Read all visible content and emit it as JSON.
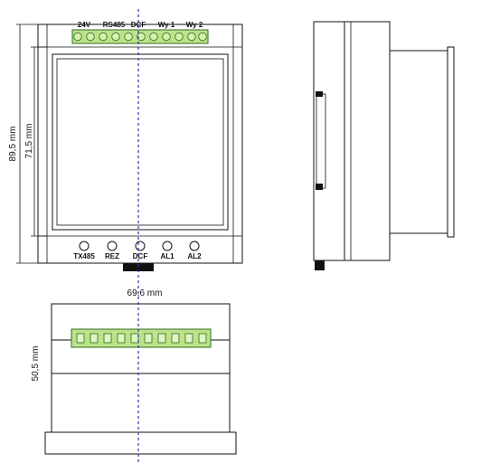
{
  "front_view": {
    "terminal_labels": [
      "24V",
      "RS485",
      "DCF",
      "Wy 1",
      "Wy 2"
    ],
    "bottom_labels": [
      "TX485",
      "REZ",
      "DCF",
      "AL1",
      "AL2"
    ],
    "dim_height_outer": "89,5 mm",
    "dim_height_inner": "71,5 mm",
    "dim_width": "69,6 mm"
  },
  "bottom_view": {
    "dim_height": "50,5 mm"
  },
  "colors": {
    "terminal_green": "#bde38a",
    "terminal_border": "#2b6e1d",
    "centerline": "#3333aa",
    "outline": "#111111"
  }
}
